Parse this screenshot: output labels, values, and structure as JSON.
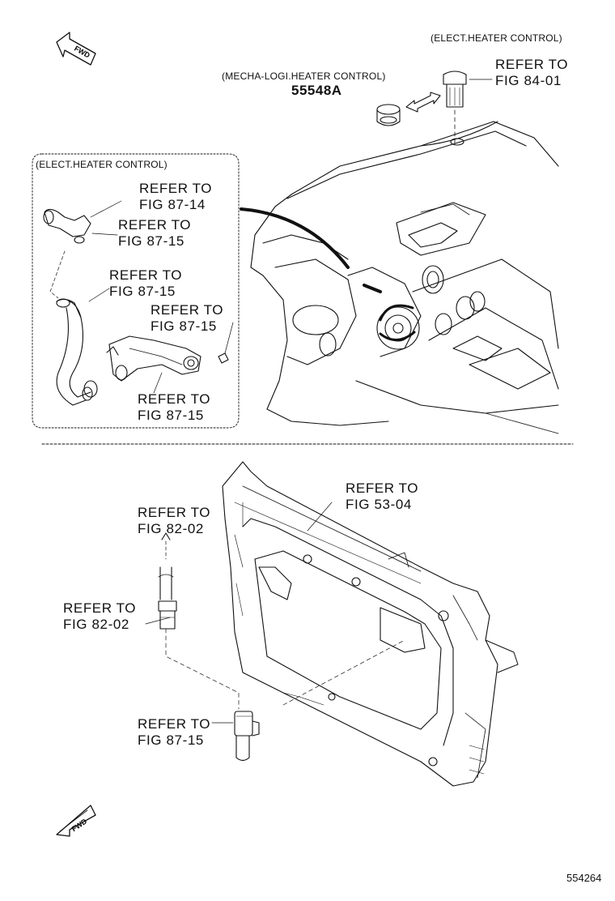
{
  "refer_label": "REFER TO",
  "fwd_label": "FWD",
  "top_section": {
    "elect_heater_note_top": "(ELECT.HEATER CONTROL)",
    "mecha_heater_note": "(MECHA-LOGI.HEATER CONTROL)",
    "part_number": "55548A",
    "ref_fig_84_01": "FIG 84-01"
  },
  "inset": {
    "elect_heater_note": "(ELECT.HEATER CONTROL)",
    "ref_fig_87_14": "FIG 87-14",
    "ref_fig_87_15_a": "FIG 87-15",
    "ref_fig_87_15_b": "FIG 87-15",
    "ref_fig_87_15_c": "FIG 87-15",
    "ref_fig_87_15_d": "FIG 87-15"
  },
  "bottom_section": {
    "ref_fig_53_04": "FIG 53-04",
    "ref_fig_82_02_a": "FIG 82-02",
    "ref_fig_82_02_b": "FIG 82-02",
    "ref_fig_87_15": "FIG 87-15"
  },
  "diagram_id": "554264"
}
